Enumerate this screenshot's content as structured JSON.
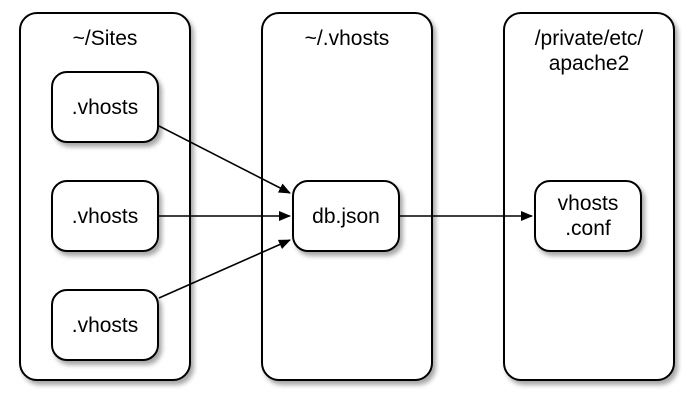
{
  "lanes": {
    "sites": {
      "title": "~/Sites"
    },
    "vhosts_dir": {
      "title": "~/.vhosts"
    },
    "apache": {
      "title": "/private/etc/\napache2"
    }
  },
  "nodes": {
    "site_vhosts_1": ".vhosts",
    "site_vhosts_2": ".vhosts",
    "site_vhosts_3": ".vhosts",
    "db_json": "db.json",
    "vhosts_conf": "vhosts\n.conf"
  },
  "edges": [
    {
      "from": "site_vhosts_1",
      "to": "db_json"
    },
    {
      "from": "site_vhosts_2",
      "to": "db_json"
    },
    {
      "from": "site_vhosts_3",
      "to": "db_json"
    },
    {
      "from": "db_json",
      "to": "vhosts_conf"
    }
  ]
}
